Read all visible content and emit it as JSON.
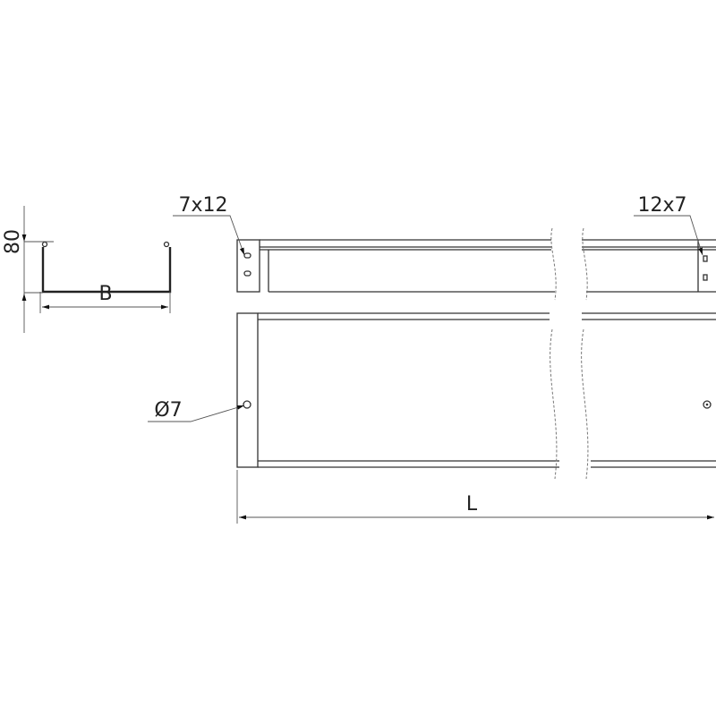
{
  "labels": {
    "height": "80",
    "width": "B",
    "length": "L",
    "slot_left": "7x12",
    "slot_right": "12x7",
    "hole": "Ø7"
  },
  "colors": {
    "line": "#333333",
    "background": "#ffffff"
  }
}
